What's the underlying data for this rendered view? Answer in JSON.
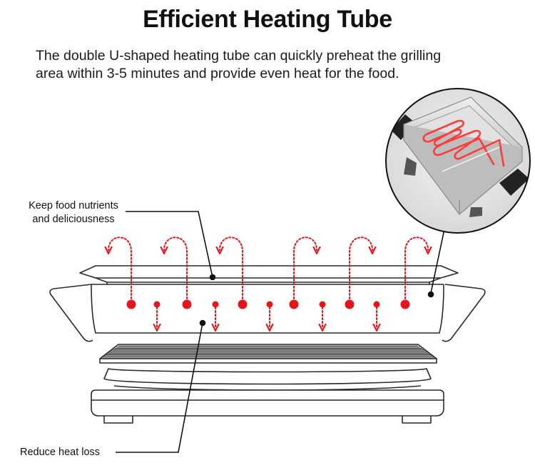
{
  "header": {
    "title": "Efficient Heating Tube",
    "description_line1": "The double U-shaped heating tube can quickly preheat the grilling",
    "description_line2": "area within 3-5 minutes and provide even heat for the food."
  },
  "callouts": {
    "nutrients_line1": "Keep food nutrients",
    "nutrients_line2": "and deliciousness",
    "heat_loss": "Reduce heat loss"
  },
  "colors": {
    "heat_dot": "#e8141c",
    "heat_arrow": "#e8141c",
    "outline": "#2a2a2a",
    "tube_glow": "#ff3b3b"
  },
  "icons": {
    "inset": "heating-tube-closeup-icon",
    "grill": "electric-grill-icon"
  }
}
